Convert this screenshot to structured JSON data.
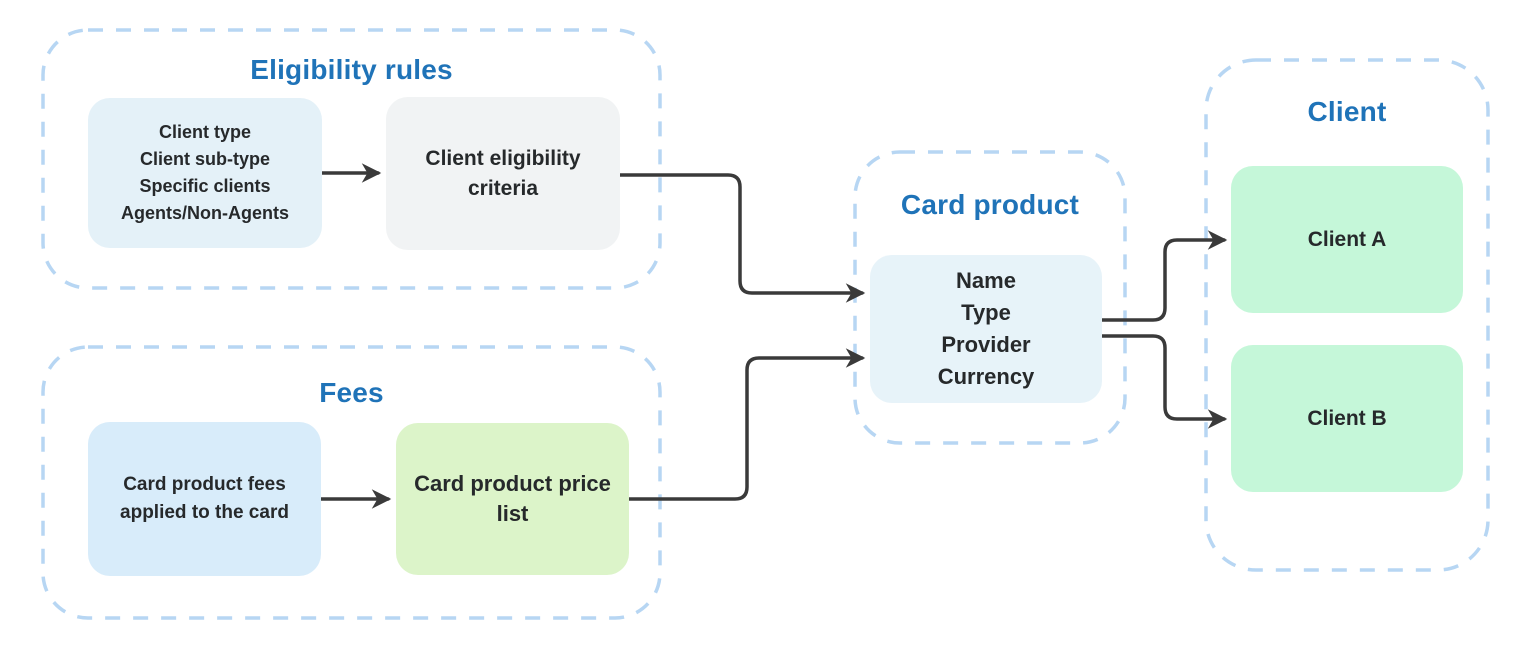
{
  "diagram": {
    "palette": {
      "title_blue": "#1f73b8",
      "container_dash_border": "#b7d6f3",
      "arrow_color": "#3a3a3a",
      "text_dark": "#26292b",
      "eligibility_inputs_fill": "#e4f1f8",
      "eligibility_criteria_fill": "#f1f3f4",
      "fees_input_fill": "#d8ecfa",
      "price_list_fill": "#dcf4c9",
      "card_product_fill": "#e7f3f9",
      "client_fill": "#c5f7d9"
    },
    "groups": {
      "eligibility": {
        "title": "Eligibility rules",
        "inputs_box": {
          "lines": [
            "Client type",
            "Client sub-type",
            "Specific clients",
            "Agents/Non-Agents"
          ]
        },
        "criteria_box": {
          "lines": [
            "Client eligibility",
            "criteria"
          ]
        }
      },
      "fees": {
        "title": "Fees",
        "fees_box": {
          "lines": [
            "Card product fees",
            "applied to the card"
          ]
        },
        "price_list_box": {
          "lines": [
            "Card product price",
            "list"
          ]
        }
      },
      "card_product": {
        "title": "Card product",
        "attributes_box": {
          "lines": [
            "Name",
            "Type",
            "Provider",
            "Currency"
          ]
        }
      },
      "client": {
        "title": "Client",
        "client_a_label": "Client A",
        "client_b_label": "Client B"
      }
    }
  }
}
